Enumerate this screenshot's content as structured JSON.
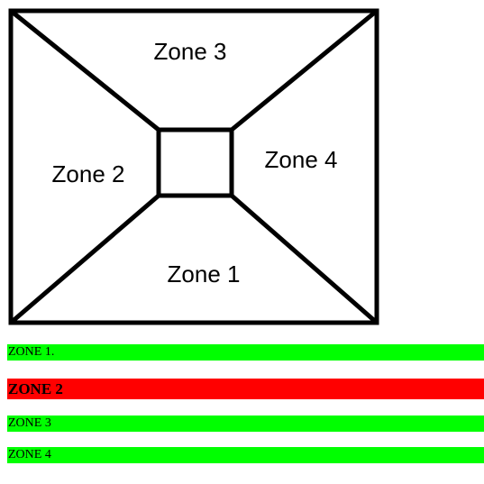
{
  "diagram": {
    "zone1_label": "Zone 1",
    "zone2_label": "Zone 2",
    "zone3_label": "Zone 3",
    "zone4_label": "Zone 4"
  },
  "status_bars": [
    {
      "label": "ZONE 1.",
      "color": "#00ff00",
      "state": "ok"
    },
    {
      "label": "ZONE 2",
      "color": "#ff0000",
      "state": "alert"
    },
    {
      "label": "ZONE 3",
      "color": "#00ff00",
      "state": "ok"
    },
    {
      "label": "ZONE 4",
      "color": "#00ff00",
      "state": "ok"
    }
  ]
}
